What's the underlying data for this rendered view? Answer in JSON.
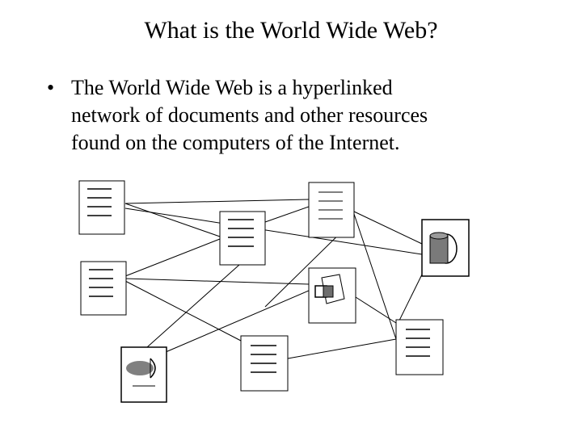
{
  "slide": {
    "title": "What is the World Wide Web?",
    "bullet_symbol": "•",
    "bullet_lines": [
      "The World Wide Web is a hyperlinked",
      "network of documents and other resources",
      "found on the computers of the Internet."
    ]
  },
  "diagram": {
    "documents": [
      {
        "kind": "text-document"
      },
      {
        "kind": "text-document"
      },
      {
        "kind": "text-document"
      },
      {
        "kind": "text-document"
      },
      {
        "kind": "text-document"
      },
      {
        "kind": "text-document"
      },
      {
        "kind": "image-resource",
        "icon": "cylinder-shape-icon"
      },
      {
        "kind": "image-resource",
        "icon": "shapes-icon"
      },
      {
        "kind": "image-resource",
        "icon": "speaker-icon"
      }
    ],
    "line_color": "#000000"
  }
}
